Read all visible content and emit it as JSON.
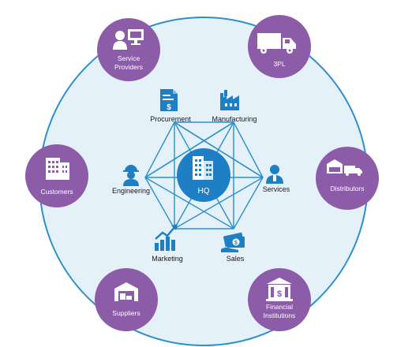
{
  "hub": {
    "label": "HQ"
  },
  "inner_nodes": [
    {
      "id": "procurement",
      "label": "Procurement",
      "icon": "document-dollar-icon"
    },
    {
      "id": "manufacturing",
      "label": "Manufacturing",
      "icon": "factory-icon"
    },
    {
      "id": "engineering",
      "label": "Engineering",
      "icon": "engineer-hardhat-icon"
    },
    {
      "id": "services",
      "label": "Services",
      "icon": "service-person-icon"
    },
    {
      "id": "marketing",
      "label": "Marketing",
      "icon": "growth-chart-icon"
    },
    {
      "id": "sales",
      "label": "Sales",
      "icon": "money-hand-icon"
    }
  ],
  "outer_nodes": [
    {
      "id": "service-providers",
      "lines": [
        "Service",
        "Providers"
      ],
      "icon": "person-computer-icon"
    },
    {
      "id": "3pl",
      "lines": [
        "3PL"
      ],
      "icon": "truck-icon"
    },
    {
      "id": "customers",
      "lines": [
        "Customers"
      ],
      "icon": "office-building-icon"
    },
    {
      "id": "distributors",
      "lines": [
        "Distributors"
      ],
      "icon": "warehouse-truck-icon"
    },
    {
      "id": "suppliers",
      "lines": [
        "Suppliers"
      ],
      "icon": "warehouse-boxes-icon"
    },
    {
      "id": "financial-institutions",
      "lines": [
        "Financial",
        "Institutions"
      ],
      "icon": "bank-dollar-icon"
    }
  ],
  "colors": {
    "outer_ring_fill": "#e4f1f9",
    "outer_ring_stroke": "#2c8fce",
    "inner_blue": "#1f7fc4",
    "purple": "#8c5ca8",
    "white": "#ffffff",
    "text": "#1a1a1a"
  }
}
